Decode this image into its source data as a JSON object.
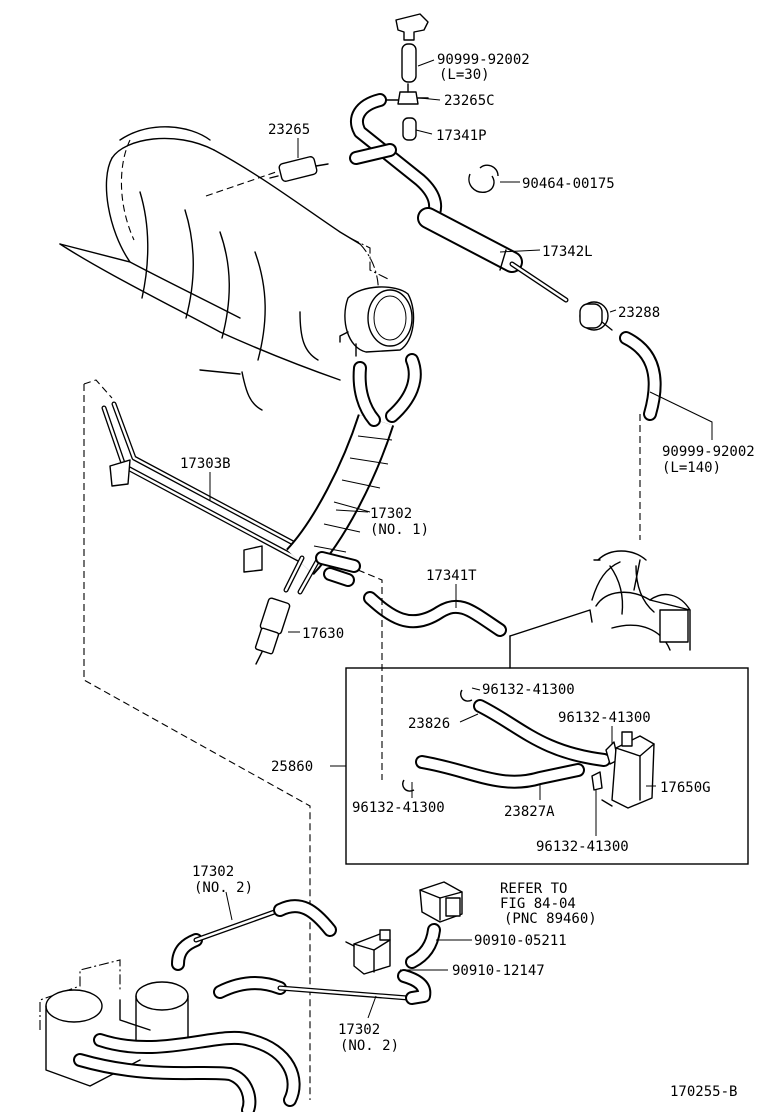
{
  "diagram_id": "170255-B",
  "labels": {
    "p90999_92002_top": "90999-92002",
    "p90999_92002_top_len": "(L=30)",
    "p23265C": "23265C",
    "p23265": "23265",
    "p17341P": "17341P",
    "p90464_00175": "90464-00175",
    "p17342L": "17342L",
    "p23288": "23288",
    "p90999_92002_right": "90999-92002",
    "p90999_92002_right_len": "(L=140)",
    "p17303B": "17303B",
    "p17302_no1": "17302",
    "p17302_no1_sub": "(NO. 1)",
    "p17341T": "17341T",
    "p17630": "17630",
    "p25860": "25860",
    "p96132_a": "96132-41300",
    "p23826": "23826",
    "p96132_b": "96132-41300",
    "p96132_c": "96132-41300",
    "p23827A": "23827A",
    "p17650G": "17650G",
    "p96132_d": "96132-41300",
    "p17302_no2_top": "17302",
    "p17302_no2_top_sub": "(NO. 2)",
    "refer_line1": "REFER TO",
    "refer_line2": "FIG 84-04",
    "refer_line3": "(PNC 89460)",
    "p90910_05211": "90910-05211",
    "p90910_12147": "90910-12147",
    "p17302_no2_bot": "17302",
    "p17302_no2_bot_sub": "(NO. 2)"
  }
}
